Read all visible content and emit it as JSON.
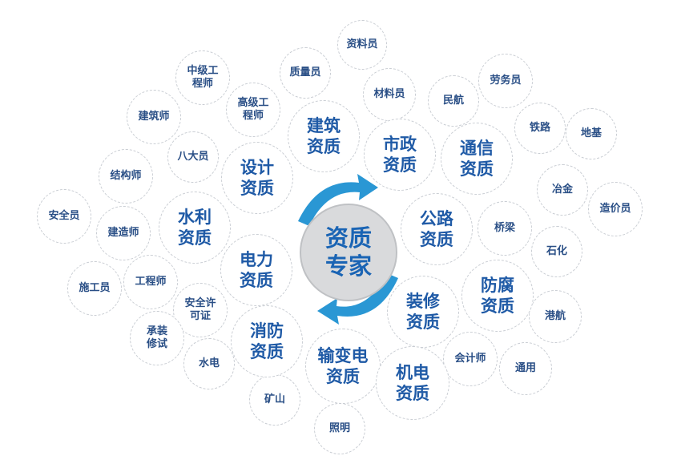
{
  "colors": {
    "label": "#1f5aa6",
    "arrow": "#2a97d4",
    "center_fill": "#d9dadc",
    "dashed_border": "#c9cdd3"
  },
  "center": {
    "label": "资质\n专家"
  },
  "nodes": {
    "ziliaoyuan": "资料员",
    "zhiliangyuan": "质量员",
    "zhongjigongchengshi": "中级工\n程师",
    "gaojigongchengshi": "高级工\n程师",
    "cailiaoyuan": "材料员",
    "minhang": "民航",
    "laowuyuan": "劳务员",
    "jianzhushi": "建筑师",
    "tielu": "铁路",
    "diji": "地基",
    "badayuan": "八大员",
    "jiegoushi": "结构师",
    "yejin": "冶金",
    "zaojiayuan": "造价员",
    "anquanyuan": "安全员",
    "jianzaoshi": "建造师",
    "qiaoliang": "桥梁",
    "shihua": "石化",
    "gongchengshi": "工程师",
    "shigongyuan": "施工员",
    "anquanxukezheng": "安全许\n可证",
    "gang_hang": "港航",
    "chengzhuangxiushi": "承装\n修试",
    "kuaijishi": "会计师",
    "shuidian": "水电",
    "tongyong": "通用",
    "kuangshan": "矿山",
    "zhaoming": "照明",
    "jianzhu": "建筑\n资质",
    "shizheng": "市政\n资质",
    "tongxin": "通信\n资质",
    "sheji": "设计\n资质",
    "shuili": "水利\n资质",
    "gonglu": "公路\n资质",
    "dianli": "电力\n资质",
    "fangfu": "防腐\n资质",
    "zhuangxiu": "装修\n资质",
    "xiaofang": "消防\n资质",
    "shubiandian": "输变电\n资质",
    "jidian": "机电\n资质"
  }
}
